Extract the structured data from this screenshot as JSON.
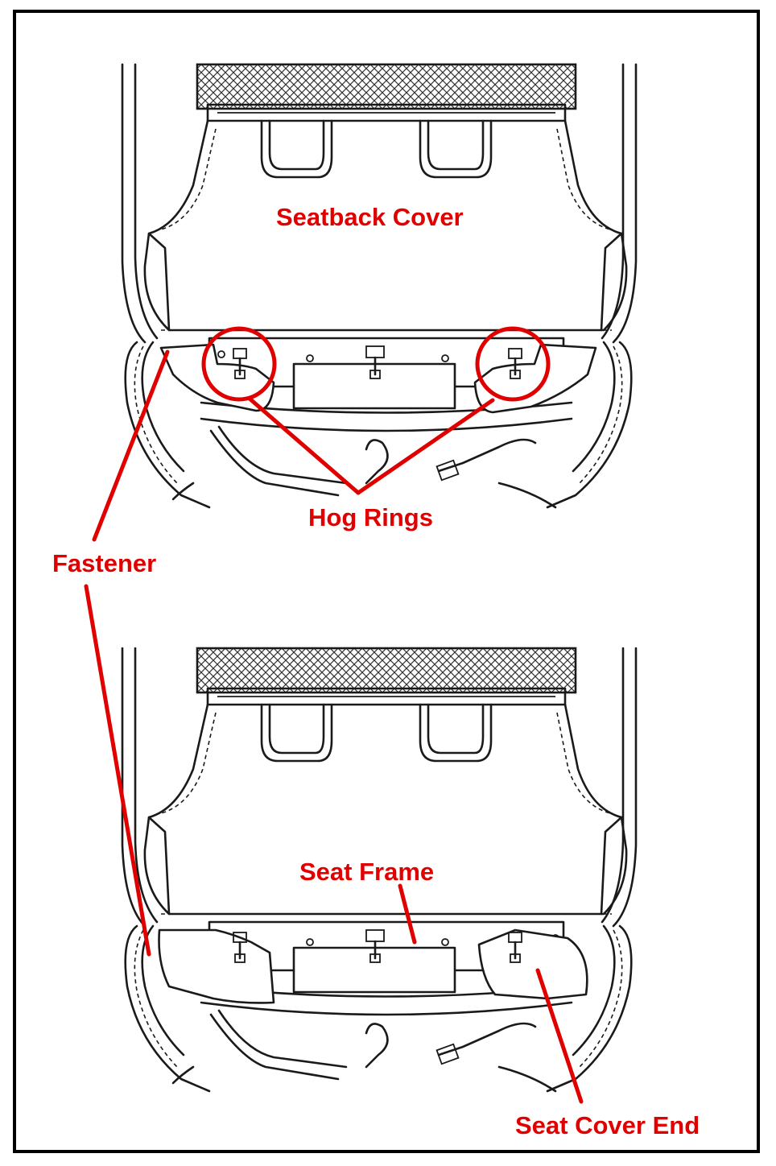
{
  "labels": {
    "seatback_cover": "Seatback Cover",
    "hog_rings": "Hog Rings",
    "fastener": "Fastener",
    "seat_frame": "Seat Frame",
    "seat_cover_end": "Seat Cover End"
  },
  "colors": {
    "callout": "#e00000",
    "ink": "#1a1a1a",
    "background": "#ffffff"
  }
}
